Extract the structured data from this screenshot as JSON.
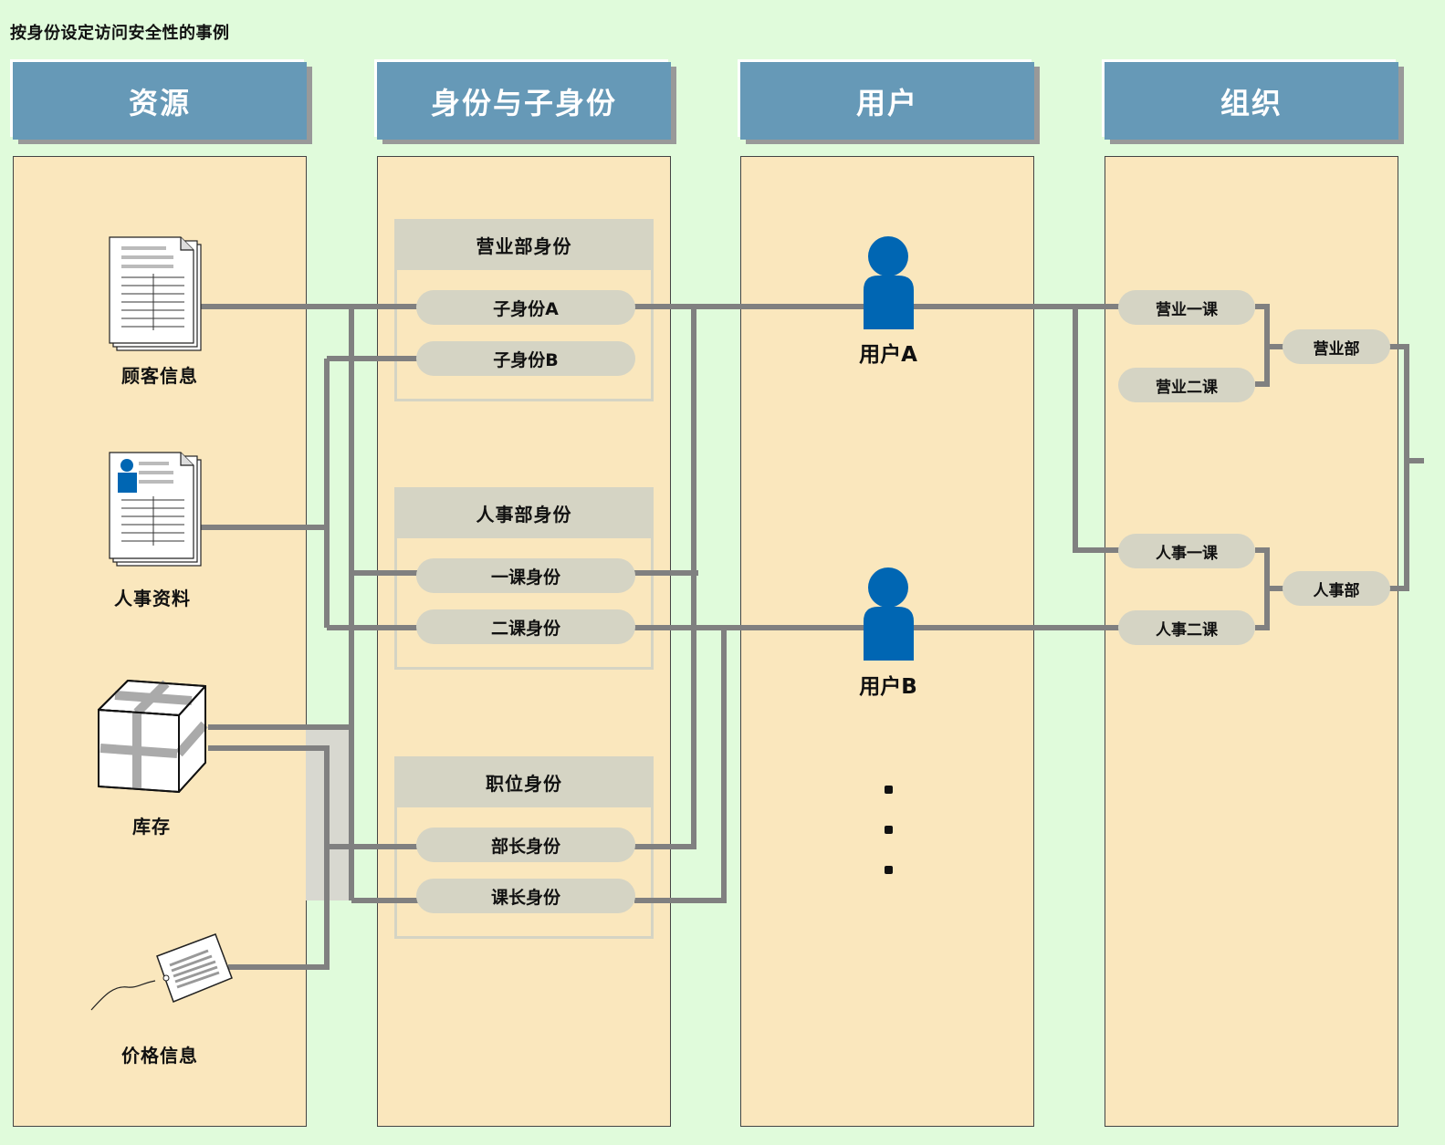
{
  "title": "按身份设定访问安全性的事例",
  "columns": {
    "resources": "资源",
    "roles": "身份与子身份",
    "users": "用户",
    "organization": "组织"
  },
  "resources": {
    "customer_info": "顾客信息",
    "hr_data": "人事资料",
    "inventory": "库存",
    "price_info": "价格信息"
  },
  "role_groups": {
    "sales": {
      "title": "营业部身份",
      "items": [
        "子身份A",
        "子身份B"
      ]
    },
    "hr": {
      "title": "人事部身份",
      "items": [
        "一课身份",
        "二课身份"
      ]
    },
    "position": {
      "title": "职位身份",
      "items": [
        "部长身份",
        "课长身份"
      ]
    }
  },
  "users": {
    "a": "用户A",
    "b": "用户B"
  },
  "organization": {
    "sections": [
      "营业一课",
      "营业二课",
      "人事一课",
      "人事二课"
    ],
    "departments": [
      "营业部",
      "人事部"
    ]
  },
  "colors": {
    "background": "#e0fbdb",
    "header": "#6699b7",
    "column": "#fae7bd",
    "pill": "#d5d4c4",
    "line": "#808080",
    "user_icon": "#0066b3"
  }
}
